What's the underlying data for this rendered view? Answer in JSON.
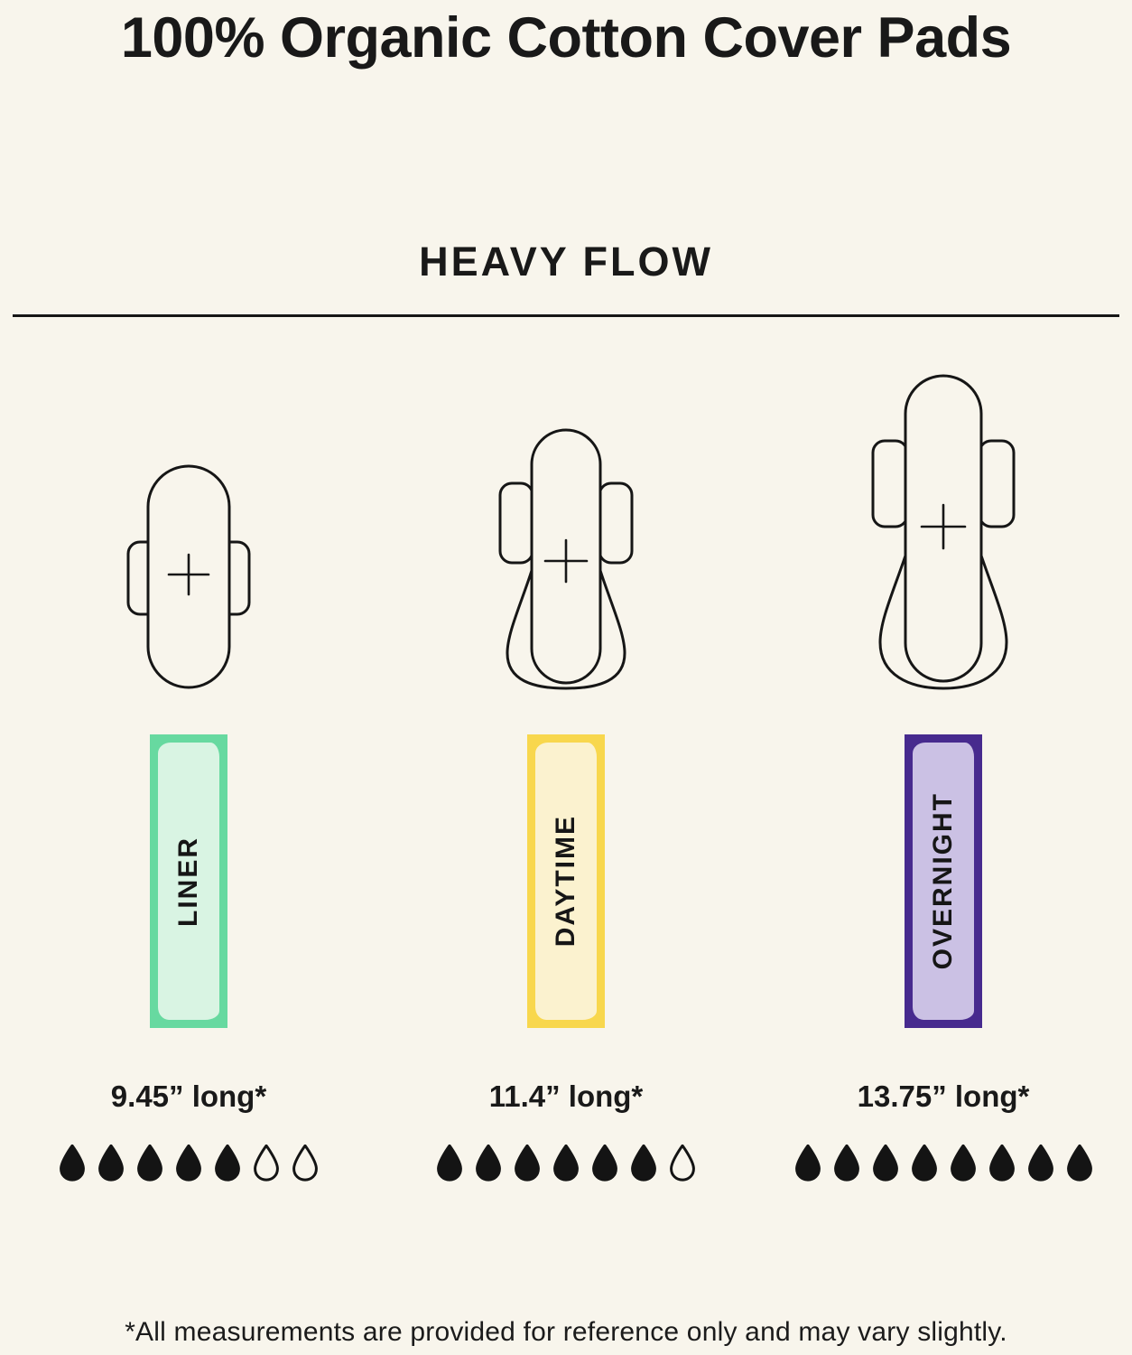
{
  "page": {
    "title": "100% Organic Cotton Cover Pads",
    "section_heading": "HEAVY FLOW",
    "footnote": "*All measurements are provided for reference only and may vary slightly."
  },
  "colors": {
    "background": "#f8f5ec",
    "ink": "#191919",
    "drop": "#141414"
  },
  "products": [
    {
      "id": "liner",
      "label": "LINER",
      "length": "9.45” long*",
      "drops_filled": 5,
      "drops_total": 7,
      "tag_outer": "#67d9a0",
      "tag_inner": "#d9f4e3"
    },
    {
      "id": "daytime",
      "label": "DAYTIME",
      "length": "11.4” long*",
      "drops_filled": 6,
      "drops_total": 7,
      "tag_outer": "#f8d74d",
      "tag_inner": "#fbf2cf"
    },
    {
      "id": "overnight",
      "label": "OVERNIGHT",
      "length": "13.75” long*",
      "drops_filled": 8,
      "drops_total": 8,
      "tag_outer": "#472a8e",
      "tag_inner": "#cbc1e4"
    }
  ]
}
